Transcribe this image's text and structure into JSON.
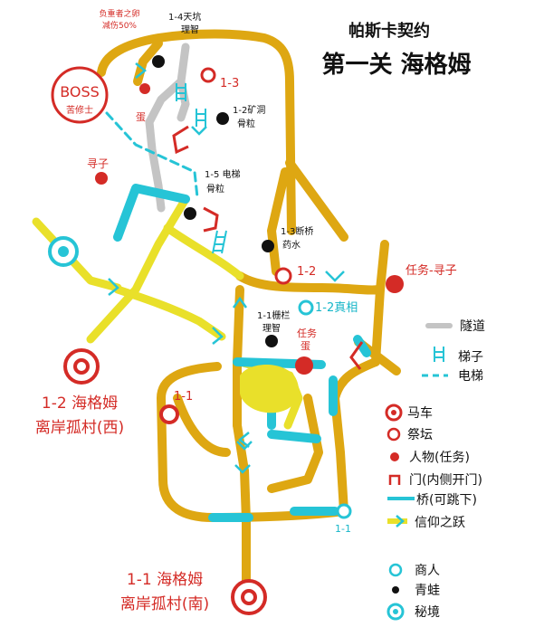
{
  "header": {
    "title": "帕斯卡契约",
    "subtitle": "第一关 海格姆"
  },
  "boss": {
    "label": "BOSS",
    "sublabel": "苦修士",
    "note_line1": "负重者之卵",
    "note_line2": "减伤50%",
    "egg_label": "蛋"
  },
  "labels": {
    "lm_1_4_line1": "1-4天坑",
    "lm_1_4_line2": "理智",
    "lm_1_3_altar": "1-3",
    "lm_1_2_line1": "1-2矿洞",
    "lm_1_2_line2": "骨粒",
    "lm_1_5_line1": "1-5 电梯",
    "lm_1_5_line2": "骨粒",
    "seeker": "寻子",
    "lm_1_3b_line1": "1-3断桥",
    "lm_1_3b_line2": "药水",
    "altar_1_2": "1-2",
    "quest_seeker": "任务-寻子",
    "merchant_1_2": "1-2真相",
    "lm_1_1_line1": "1-1栅栏",
    "lm_1_1_line2": "理智",
    "quest_line1": "任务",
    "quest_line2": "蛋",
    "altar_1_1": "1-1",
    "merchant_1_1": "1-1",
    "west_line1": "1-2 海格姆",
    "west_line2": "离岸孤村(西)",
    "south_line1": "1-1 海格姆",
    "south_line2": "离岸孤村(南)"
  },
  "legend": {
    "tunnel": "隧道",
    "ladder": "梯子",
    "elevator": "电梯",
    "carriage": "马车",
    "altar": "祭坛",
    "npc": "人物(任务)",
    "door": "门(内侧开门)",
    "bridge": "桥(可跳下)",
    "leap": "信仰之跃",
    "merchant": "商人",
    "frog": "青蛙",
    "secret": "秘境"
  },
  "colors": {
    "road": "#dea712",
    "road_light": "#e9e02a",
    "bridge": "#26c4d6",
    "tunnel": "#c4c4c4",
    "red": "#d42b26",
    "frog": "#111111"
  }
}
